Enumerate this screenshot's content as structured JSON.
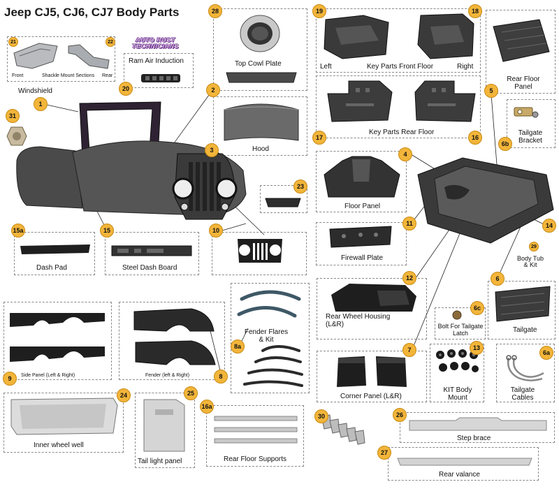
{
  "title": "Jeep CJ5, CJ6,  CJ7 Body Parts",
  "logo": {
    "line1": "AUTO RUST",
    "line2": "TECHNICIANS"
  },
  "parts": {
    "windshield": "Windshield",
    "front": "Front",
    "shackle": "Shackle Mount Sections",
    "rear": "Rear",
    "ram_air": "Ram Air Induction",
    "top_cowl": "Top Cowl Plate",
    "hood": "Hood",
    "left": "Left",
    "key_front_floor": "Key Parts Front Floor",
    "right": "Right",
    "key_rear_floor": "Key Parts Rear Floor",
    "rear_floor_panel": "Rear Floor Panel",
    "tailgate_bracket": "Tailgate Bracket",
    "floor_panel": "Floor Panel",
    "firewall_plate": "Firewall Plate",
    "body_tub": "Body Tub & Kit",
    "dash_pad": "Dash Pad",
    "steel_dash": "Steel Dash Board",
    "rear_wheel_housing": "Rear Wheel Housing (L&R)",
    "bolt_latch": "Bolt For Tailgate Latch",
    "tailgate": "Tailgate",
    "fender_flares": "Fender Flares & Kit",
    "side_panel": "Side Panel (Left & Right)",
    "fender": "Fender (left & Right)",
    "corner_panel": "Corner Panel (L&R)",
    "kit_body_mount": "KIT Body Mount",
    "tailgate_cables": "Tailgate Cables",
    "inner_wheel_well": "Inner wheel well",
    "tail_light_panel": "Tail light panel",
    "rear_floor_supports": "Rear Floor Supports",
    "step_brace": "Step brace",
    "rear_valance": "Rear valance"
  },
  "badges": {
    "b1": "1",
    "b2": "2",
    "b3": "3",
    "b4": "4",
    "b5": "5",
    "b6": "6",
    "b6a": "6a",
    "b6b": "6b",
    "b6c": "6c",
    "b7": "7",
    "b8": "8",
    "b8a": "8a",
    "b9": "9",
    "b10": "10",
    "b11": "11",
    "b12": "12",
    "b13": "13",
    "b14": "14",
    "b15": "15",
    "b15a": "15a",
    "b16": "16",
    "b16a": "16a",
    "b17": "17",
    "b18": "18",
    "b19": "19",
    "b20": "20",
    "b21": "21",
    "b22": "22",
    "b23": "23",
    "b24": "24",
    "b25": "25",
    "b26": "26",
    "b27": "27",
    "b28": "28",
    "b29": "29",
    "b30": "30",
    "b31": "31"
  }
}
